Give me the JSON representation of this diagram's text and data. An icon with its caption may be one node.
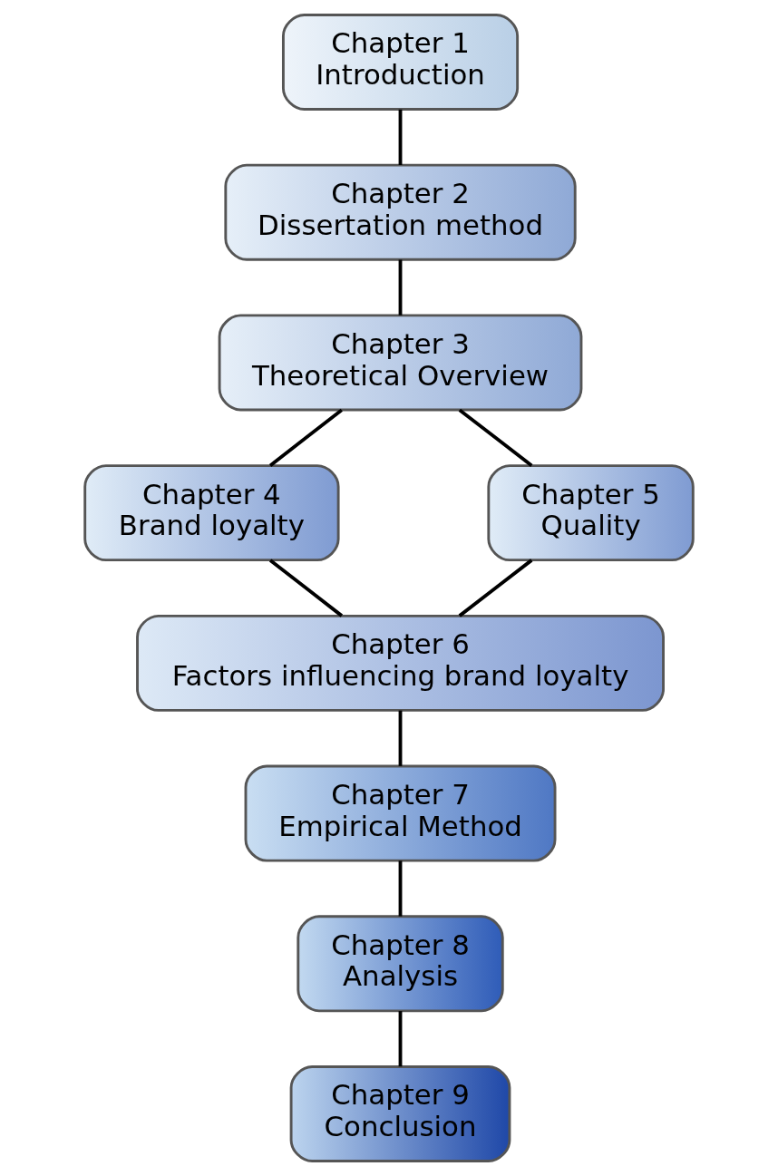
{
  "diagram": {
    "nodes": [
      {
        "text": [
          "Chapter 1",
          "Introduction"
        ]
      },
      {
        "text": [
          "Chapter 2",
          "Dissertation method"
        ]
      },
      {
        "text": [
          "Chapter 3",
          "Theoretical Overview"
        ]
      },
      {
        "text": [
          "Chapter 4",
          "Brand loyalty"
        ]
      },
      {
        "text": [
          "Chapter 5",
          "Quality"
        ]
      },
      {
        "text": [
          "Chapter 6",
          "Factors influencing brand loyalty"
        ]
      },
      {
        "text": [
          "Chapter 7",
          "Empirical Method"
        ]
      },
      {
        "text": [
          "Chapter 8",
          "Analysis"
        ]
      },
      {
        "text": [
          "Chapter 9",
          "Conclusion"
        ]
      }
    ],
    "edges": [
      {
        "from": 0,
        "to": 1,
        "arrow": "none"
      },
      {
        "from": 1,
        "to": 2,
        "arrow": "none"
      },
      {
        "from": 2,
        "to": 3,
        "arrow": "none"
      },
      {
        "from": 2,
        "to": 4,
        "arrow": "none"
      },
      {
        "from": 3,
        "to": 5,
        "arrow": "none"
      },
      {
        "from": 4,
        "to": 5,
        "arrow": "none"
      },
      {
        "from": 5,
        "to": 6,
        "arrow": "none"
      },
      {
        "from": 6,
        "to": 7,
        "arrow": "none"
      },
      {
        "from": 7,
        "to": 8,
        "arrow": "none"
      }
    ]
  }
}
